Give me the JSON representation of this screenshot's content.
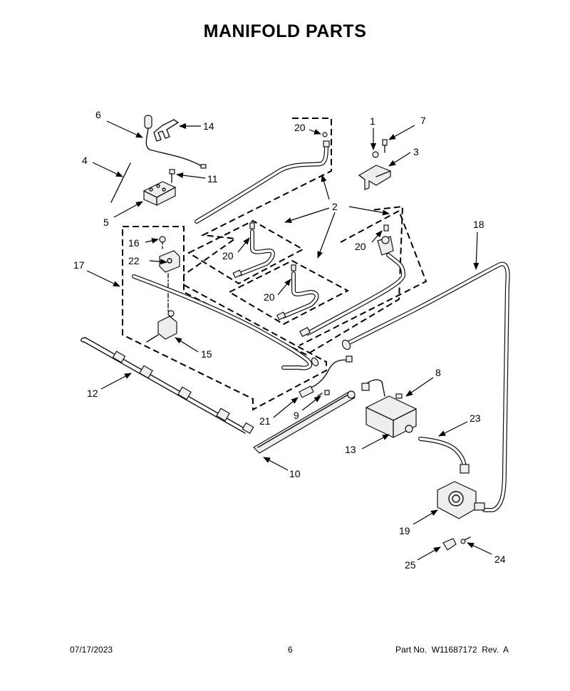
{
  "title": "MANIFOLD PARTS",
  "labels": [
    {
      "id": "6",
      "text": "6"
    },
    {
      "id": "14",
      "text": "14"
    },
    {
      "id": "4",
      "text": "4"
    },
    {
      "id": "11",
      "text": "11"
    },
    {
      "id": "5",
      "text": "5"
    },
    {
      "id": "20a",
      "text": "20"
    },
    {
      "id": "1",
      "text": "1"
    },
    {
      "id": "7",
      "text": "7"
    },
    {
      "id": "3",
      "text": "3"
    },
    {
      "id": "2",
      "text": "2"
    },
    {
      "id": "18",
      "text": "18"
    },
    {
      "id": "16",
      "text": "16"
    },
    {
      "id": "22",
      "text": "22"
    },
    {
      "id": "17",
      "text": "17"
    },
    {
      "id": "20b",
      "text": "20"
    },
    {
      "id": "20c",
      "text": "20"
    },
    {
      "id": "20d",
      "text": "20"
    },
    {
      "id": "15",
      "text": "15"
    },
    {
      "id": "12",
      "text": "12"
    },
    {
      "id": "8",
      "text": "8"
    },
    {
      "id": "21",
      "text": "21"
    },
    {
      "id": "9",
      "text": "9"
    },
    {
      "id": "23",
      "text": "23"
    },
    {
      "id": "13",
      "text": "13"
    },
    {
      "id": "10",
      "text": "10"
    },
    {
      "id": "19",
      "text": "19"
    },
    {
      "id": "25",
      "text": "25"
    },
    {
      "id": "24",
      "text": "24"
    }
  ],
  "footer": {
    "date": "07/17/2023",
    "page": "6",
    "part": "Part No.  W11687172  Rev.  A"
  }
}
